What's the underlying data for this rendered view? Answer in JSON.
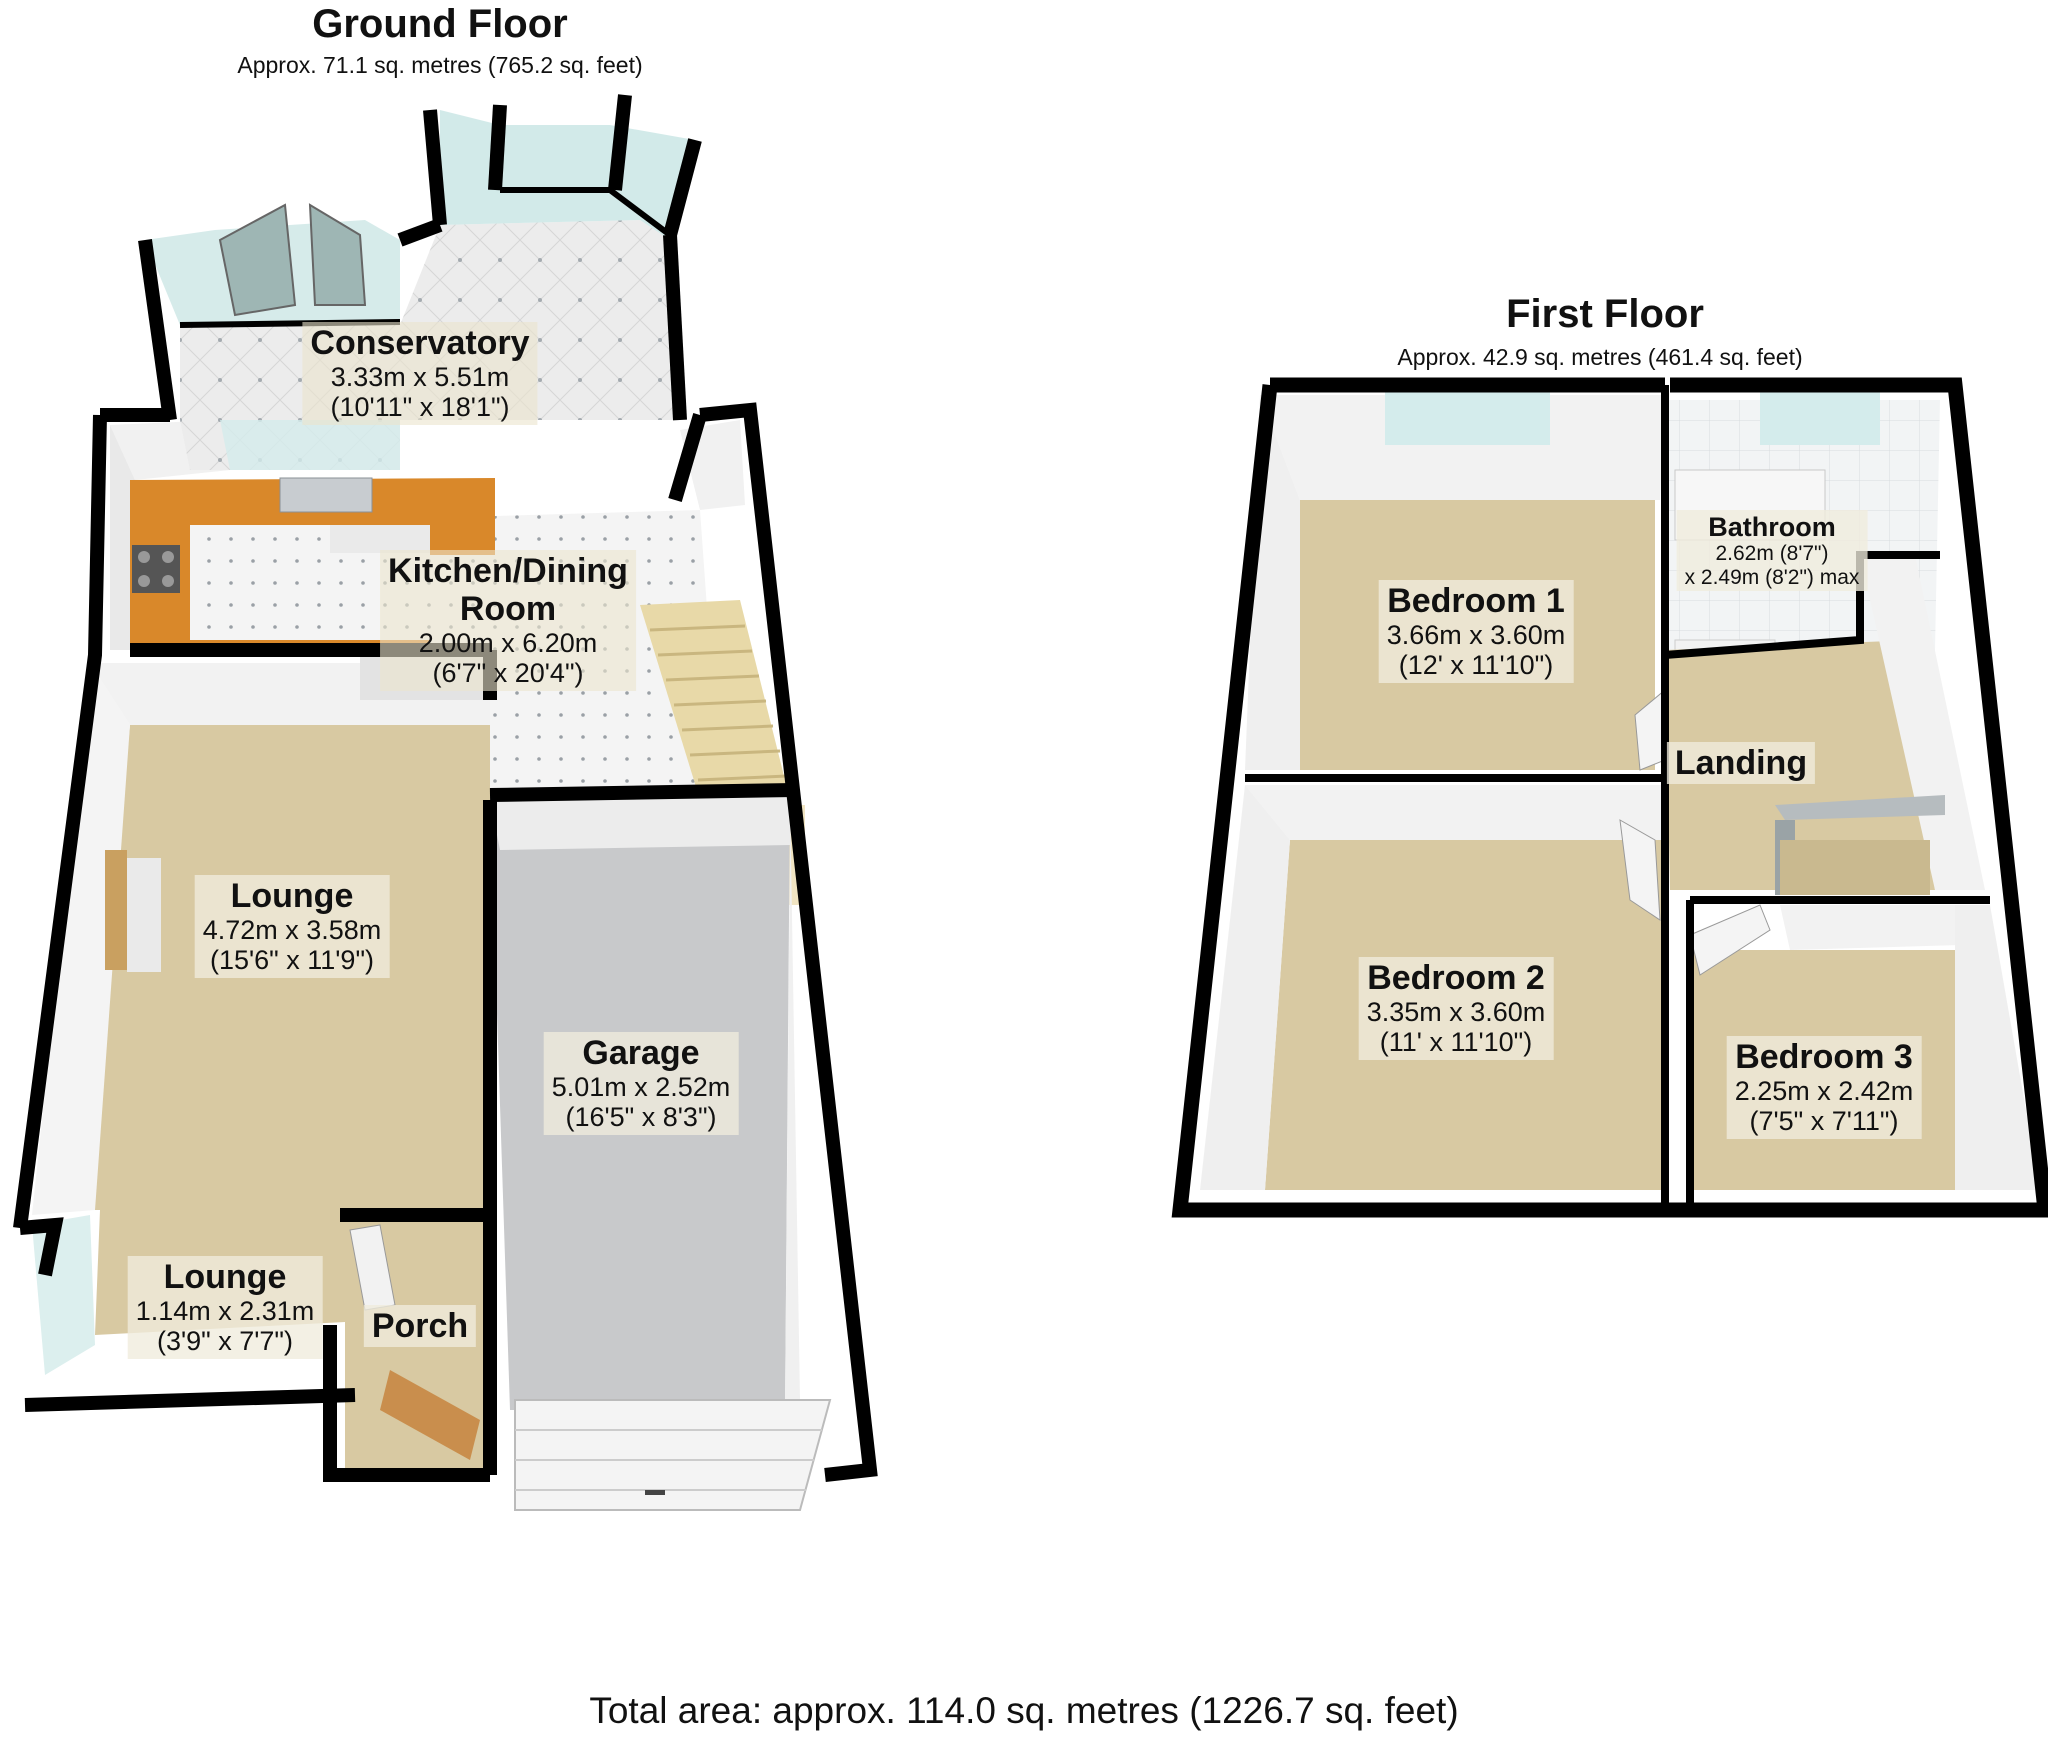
{
  "ground_floor": {
    "title": "Ground Floor",
    "area": "Approx. 71.1 sq. metres (765.2 sq. feet)",
    "rooms": {
      "conservatory": {
        "name": "Conservatory",
        "metric": "3.33m x 5.51m",
        "imperial": "(10'11\" x 18'1\")"
      },
      "kitchen": {
        "name_line1": "Kitchen/Dining",
        "name_line2": "Room",
        "metric": "2.00m x 6.20m",
        "imperial": "(6'7\" x 20'4\")"
      },
      "lounge": {
        "name": "Lounge",
        "metric": "4.72m x 3.58m",
        "imperial": "(15'6\" x 11'9\")"
      },
      "lounge_bay": {
        "name": "Lounge",
        "metric": "1.14m x 2.31m",
        "imperial": "(3'9\" x 7'7\")"
      },
      "porch": {
        "name": "Porch"
      },
      "garage": {
        "name": "Garage",
        "metric": "5.01m x 2.52m",
        "imperial": "(16'5\" x 8'3\")"
      }
    }
  },
  "first_floor": {
    "title": "First Floor",
    "area": "Approx. 42.9 sq. metres (461.4 sq. feet)",
    "rooms": {
      "bedroom1": {
        "name": "Bedroom 1",
        "metric": "3.66m x 3.60m",
        "imperial": "(12' x 11'10\")"
      },
      "bathroom": {
        "name": "Bathroom",
        "line1": "2.62m (8'7\")",
        "line2": "x 2.49m (8'2\") max"
      },
      "landing": {
        "name": "Landing"
      },
      "bedroom2": {
        "name": "Bedroom 2",
        "metric": "3.35m x 3.60m",
        "imperial": "(11' x 11'10\")"
      },
      "bedroom3": {
        "name": "Bedroom 3",
        "metric": "2.25m x 2.42m",
        "imperial": "(7'5\" x 7'11\")"
      }
    }
  },
  "total_area": "Total area: approx. 114.0 sq. metres (1226.7 sq. feet)"
}
